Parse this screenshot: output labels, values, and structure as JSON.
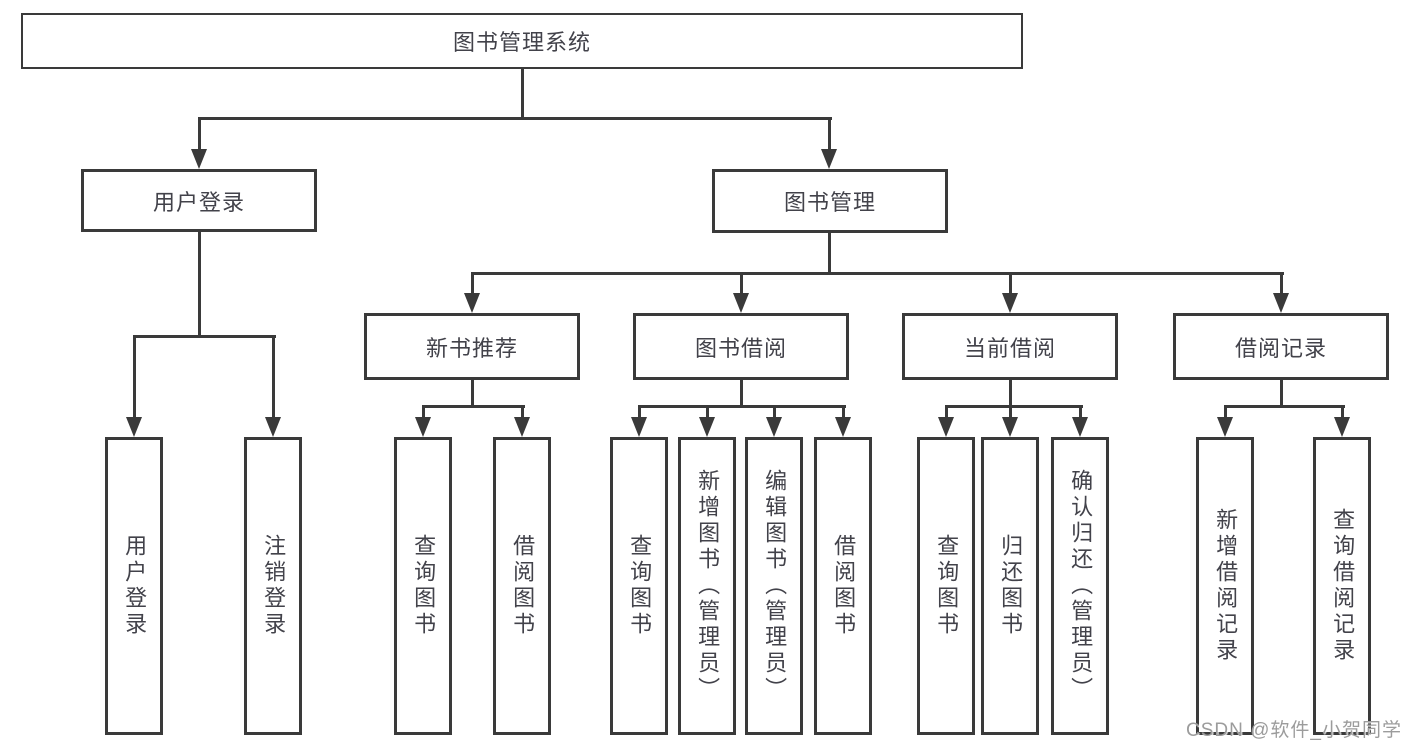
{
  "root": "图书管理系统",
  "level2": [
    "用户登录",
    "图书管理"
  ],
  "level3": [
    "新书推荐",
    "图书借阅",
    "当前借阅",
    "借阅记录"
  ],
  "leaves_g1": [
    "用户登录",
    "注销登录"
  ],
  "leaves_g2": [
    "查询图书",
    "借阅图书"
  ],
  "leaves_g3": [
    "查询图书",
    "新增图书（管理员）",
    "编辑图书（管理员）",
    "借阅图书"
  ],
  "leaves_g4": [
    "查询图书",
    "归还图书",
    "确认归还（管理员）"
  ],
  "leaves_g5": [
    "新增借阅记录",
    "查询借阅记录"
  ],
  "watermark": "CSDN @软件_小贺同学",
  "colors": {
    "line": "#3a3a3a",
    "text": "#42424a",
    "box_background": "#ffffff",
    "watermark": "#9c9c9c"
  }
}
